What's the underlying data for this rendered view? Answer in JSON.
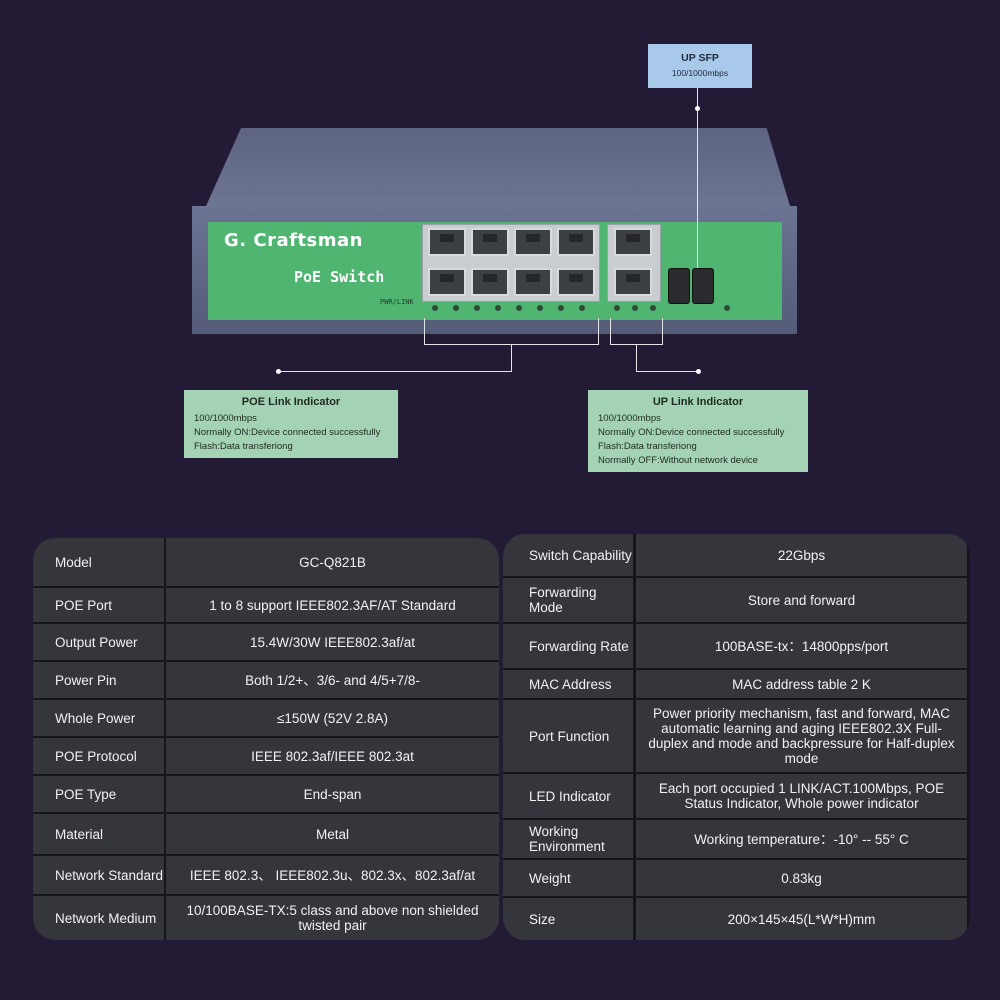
{
  "device": {
    "brand": "G. Craftsman",
    "product": "PoE Switch",
    "power_label": "PWR/LINK"
  },
  "callouts": {
    "up_sfp": {
      "title": "UP SFP",
      "lines": [
        "100/1000mbps"
      ]
    },
    "poe_link": {
      "title": "POE Link Indicator",
      "lines": [
        "100/1000mbps",
        "Normally ON:Device connected successfully",
        "Flash:Data transferiong"
      ]
    },
    "up_link": {
      "title": "UP Link Indicator",
      "lines": [
        "100/1000mbps",
        "Normally ON:Device connected successfully",
        "Flash:Data transferiong",
        "Normally OFF:Without network device"
      ]
    }
  },
  "spec_left": [
    {
      "label": "Model",
      "value": "GC-Q821B"
    },
    {
      "label": "POE Port",
      "value": "1 to 8 support IEEE802.3AF/AT Standard"
    },
    {
      "label": "Output Power",
      "value": "15.4W/30W    IEEE802.3af/at"
    },
    {
      "label": "Power Pin",
      "value": "Both 1/2+、3/6- and 4/5+7/8-"
    },
    {
      "label": "Whole Power",
      "value": "≤150W (52V 2.8A)"
    },
    {
      "label": "POE Protocol",
      "value": "IEEE 802.3af/IEEE 802.3at"
    },
    {
      "label": "POE Type",
      "value": "End-span"
    },
    {
      "label": "Material",
      "value": "Metal"
    },
    {
      "label": "Network Standard",
      "value": "IEEE 802.3、 IEEE802.3u、802.3x、802.3af/at"
    },
    {
      "label": "Network Medium",
      "value": "10/100BASE-TX:5 class and above non shielded twisted pair"
    }
  ],
  "spec_right": [
    {
      "label": "Switch Capability",
      "value": "22Gbps"
    },
    {
      "label": "Forwarding Mode",
      "value": "Store and forward"
    },
    {
      "label": "Forwarding Rate",
      "value": "100BASE-tx：14800pps/port"
    },
    {
      "label": "MAC Address",
      "value": "MAC address table 2 K"
    },
    {
      "label": "Port Function",
      "value": "Power priority mechanism, fast and forward, MAC automatic learning and aging IEEE802.3X Full-duplex and mode and backpressure for Half-duplex mode"
    },
    {
      "label": "LED Indicator",
      "value": "Each port occupied 1 LINK/ACT.100Mbps, POE Status Indicator, Whole power indicator"
    },
    {
      "label": "Working Environment",
      "value": "Working temperature：-10°  -- 55°  C"
    },
    {
      "label": "Weight",
      "value": "0.83kg"
    },
    {
      "label": "Size",
      "value": "200×145×45(L*W*H)mm"
    }
  ]
}
